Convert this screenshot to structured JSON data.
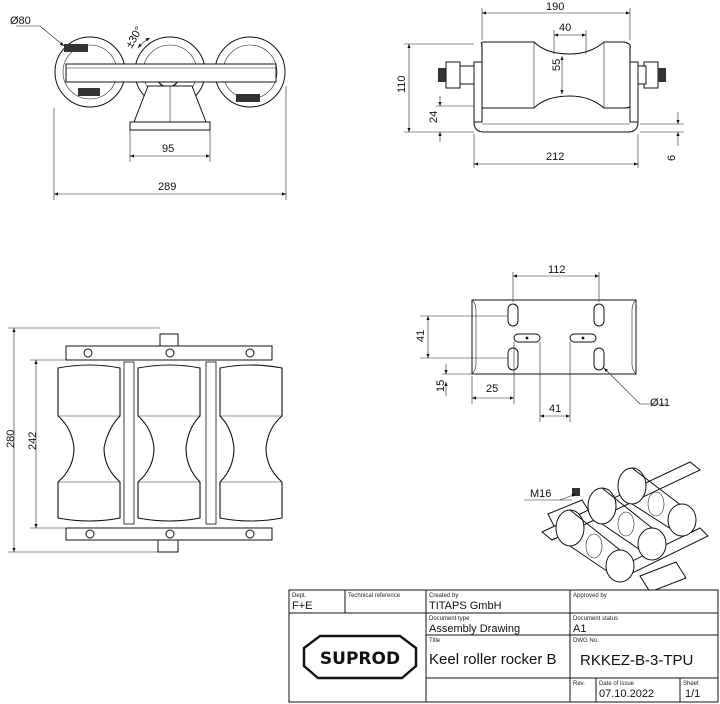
{
  "views": {
    "front": {
      "dims": {
        "diameter": "Ø80",
        "angle": "±30°",
        "base_width": "95",
        "overall_width": "289"
      }
    },
    "side": {
      "dims": {
        "top_width": "190",
        "waist_width": "40",
        "waist_height": "55",
        "height": "110",
        "base_height": "24",
        "base_width": "212",
        "plate_thickness": "6"
      }
    },
    "top": {
      "dims": {
        "height_outer": "280",
        "height_inner": "242"
      }
    },
    "plate": {
      "dims": {
        "spacing_x": "112",
        "spacing_y": "41",
        "edge_y": "15",
        "edge_x": "25",
        "slot_spacing": "41",
        "hole_diameter": "Ø11"
      }
    },
    "iso": {
      "label": "M16"
    }
  },
  "title_block": {
    "dept_label": "Dept.",
    "dept": "F+E",
    "tech_ref_label": "Technical reference",
    "tech_ref": "",
    "created_by_label": "Created by",
    "created_by": "TITAPS GmbH",
    "approved_by_label": "Approved by",
    "approved_by": "",
    "doc_type_label": "Document type",
    "doc_type": "Assembly Drawing",
    "doc_status_label": "Document status",
    "doc_status": "A1",
    "title_label": "Title",
    "title": "Keel roller rocker B",
    "dwg_no_label": "DWG No.",
    "dwg_no": "RKKEZ-B-3-TPU",
    "rev_label": "Rev.",
    "rev": "",
    "date_label": "Date of issue",
    "date": "07.10.2022",
    "sheet_label": "Sheet",
    "sheet": "1/1",
    "logo": "SUPROD"
  }
}
